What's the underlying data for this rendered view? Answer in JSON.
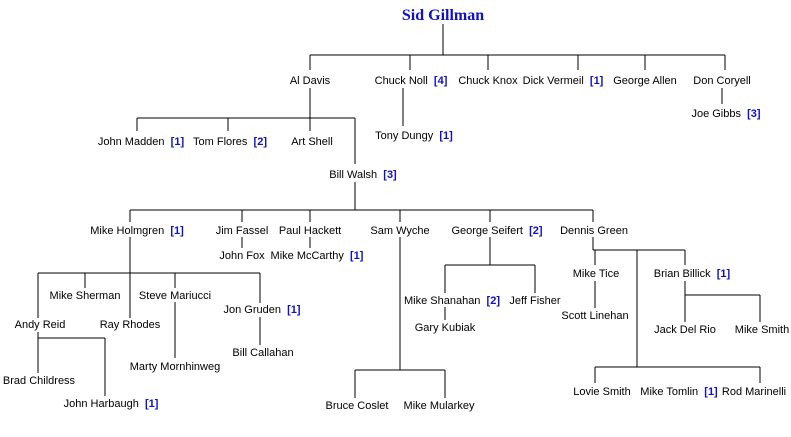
{
  "root": {
    "name": "Sid Gillman"
  },
  "coaches": {
    "al_davis": {
      "name": "Al Davis"
    },
    "chuck_noll": {
      "name": "Chuck Noll",
      "rings": "[4]"
    },
    "chuck_knox": {
      "name": "Chuck Knox"
    },
    "dick_vermeil": {
      "name": "Dick Vermeil",
      "rings": "[1]"
    },
    "george_allen": {
      "name": "George Allen"
    },
    "don_coryell": {
      "name": "Don Coryell"
    },
    "joe_gibbs": {
      "name": "Joe Gibbs",
      "rings": "[3]"
    },
    "tony_dungy": {
      "name": "Tony Dungy",
      "rings": "[1]"
    },
    "john_madden": {
      "name": "John Madden",
      "rings": "[1]"
    },
    "tom_flores": {
      "name": "Tom Flores",
      "rings": "[2]"
    },
    "art_shell": {
      "name": "Art Shell"
    },
    "bill_walsh": {
      "name": "Bill Walsh",
      "rings": "[3]"
    },
    "mike_holmgren": {
      "name": "Mike Holmgren",
      "rings": "[1]"
    },
    "jim_fassel": {
      "name": "Jim Fassel"
    },
    "john_fox": {
      "name": "John Fox"
    },
    "paul_hackett": {
      "name": "Paul Hackett"
    },
    "mike_mccarthy": {
      "name": "Mike McCarthy",
      "rings": "[1]"
    },
    "sam_wyche": {
      "name": "Sam Wyche"
    },
    "george_seifert": {
      "name": "George Seifert",
      "rings": "[2]"
    },
    "dennis_green": {
      "name": "Dennis Green"
    },
    "mike_sherman": {
      "name": "Mike Sherman"
    },
    "andy_reid": {
      "name": "Andy Reid"
    },
    "ray_rhodes": {
      "name": "Ray Rhodes"
    },
    "steve_mariucci": {
      "name": "Steve Mariucci"
    },
    "jon_gruden": {
      "name": "Jon Gruden",
      "rings": "[1]"
    },
    "bill_callahan": {
      "name": "Bill Callahan"
    },
    "marty_mornhinweg": {
      "name": "Marty Mornhinweg"
    },
    "brad_childress": {
      "name": "Brad Childress"
    },
    "john_harbaugh": {
      "name": "John Harbaugh",
      "rings": "[1]"
    },
    "mike_shanahan": {
      "name": "Mike Shanahan",
      "rings": "[2]"
    },
    "jeff_fisher": {
      "name": "Jeff Fisher"
    },
    "gary_kubiak": {
      "name": "Gary Kubiak"
    },
    "bruce_coslet": {
      "name": "Bruce Coslet"
    },
    "mike_mularkey": {
      "name": "Mike Mularkey"
    },
    "mike_tice": {
      "name": "Mike Tice"
    },
    "scott_linehan": {
      "name": "Scott Linehan"
    },
    "brian_billick": {
      "name": "Brian Billick",
      "rings": "[1]"
    },
    "jack_del_rio": {
      "name": "Jack Del Rio"
    },
    "mike_smith": {
      "name": "Mike Smith"
    },
    "lovie_smith": {
      "name": "Lovie Smith"
    },
    "mike_tomlin": {
      "name": "Mike Tomlin",
      "rings": "[1]"
    },
    "rod_marinelli": {
      "name": "Rod Marinelli"
    }
  },
  "colors": {
    "root": "#1010c8",
    "ring": "#1010c8",
    "line": "#000000",
    "text": "#000000"
  }
}
